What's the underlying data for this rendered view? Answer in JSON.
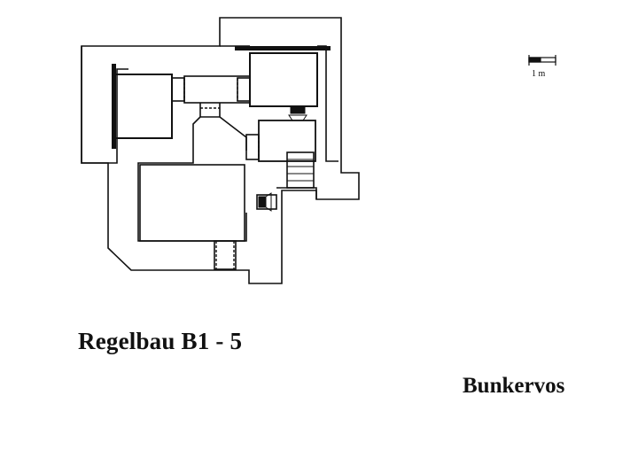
{
  "title": "Regelbau B1 - 5",
  "author": "Bunkervos",
  "scale_bar": {
    "label": "1 m"
  }
}
